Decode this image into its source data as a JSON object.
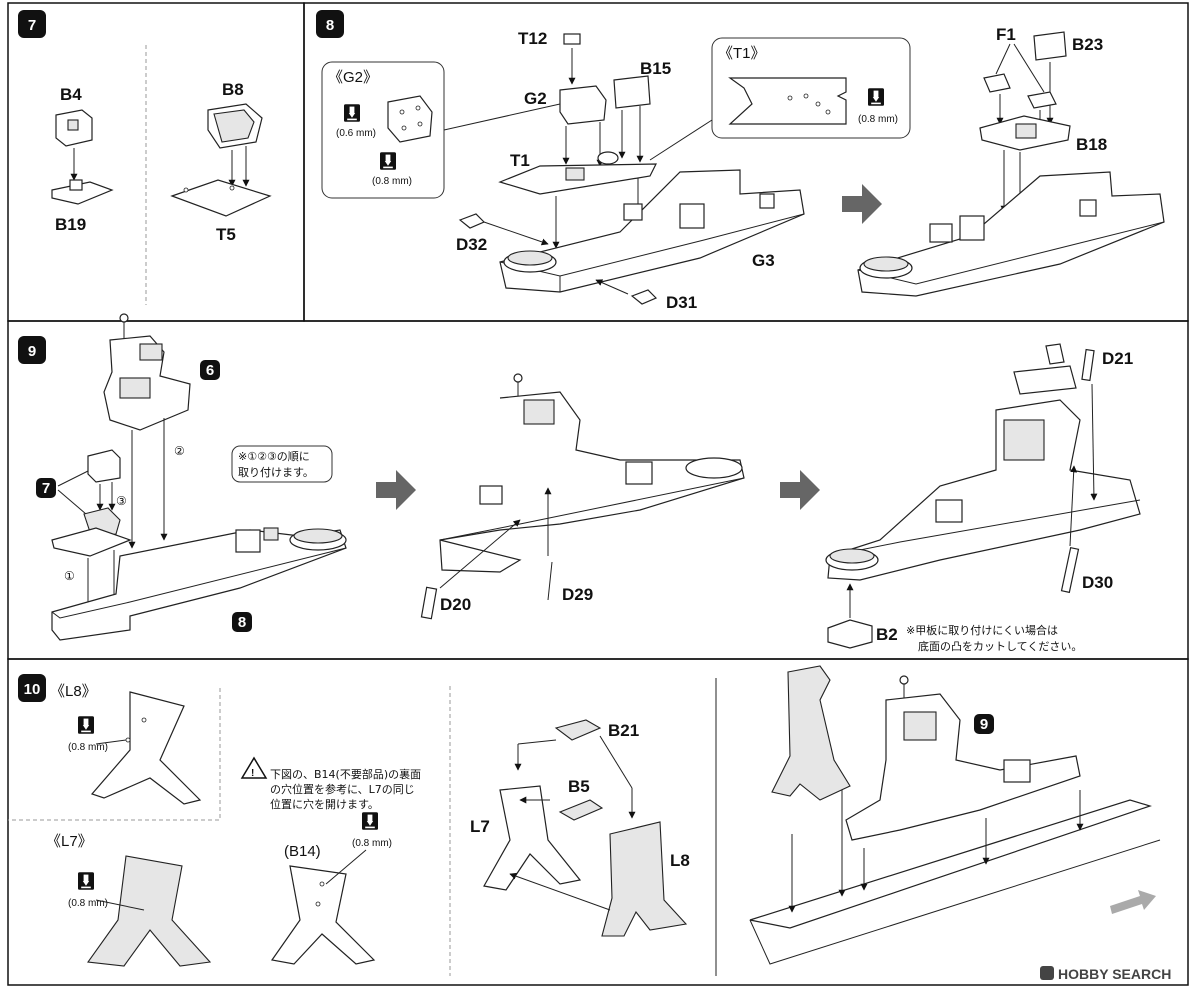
{
  "steps": {
    "s7": {
      "number": "7",
      "parts": [
        "B4",
        "B19",
        "B8",
        "T5"
      ]
    },
    "s8": {
      "number": "8",
      "detail_g2": "《G2》",
      "detail_t1": "《T1》",
      "drill_06": "(0.6 mm)",
      "drill_08": "(0.8 mm)",
      "parts": [
        "T12",
        "B15",
        "G2",
        "T1",
        "D32",
        "G3",
        "D31",
        "F1",
        "B23",
        "B18"
      ]
    },
    "s9": {
      "number": "9",
      "sub_6": "6",
      "sub_7": "7",
      "sub_8": "8",
      "order_1": "①",
      "order_2": "②",
      "order_3": "③",
      "note_line1": "※①②③の順に",
      "note_line2": "取り付けます。",
      "parts": [
        "D20",
        "D29",
        "D21",
        "D30",
        "B2"
      ],
      "b2_note_line1": "※甲板に取り付けにくい場合は",
      "b2_note_line2": "底面の凸をカットしてください。"
    },
    "s10": {
      "number": "10",
      "detail_l8": "《L8》",
      "detail_l7": "《L7》",
      "b14_label": "(B14)",
      "drill_08": "(0.8 mm)",
      "warn_line1": "下図の、B14(不要部品)の裏面",
      "warn_line2": "の穴位置を参考に、L7の同じ",
      "warn_line3": "位置に穴を開けます。",
      "parts": [
        "B21",
        "B5",
        "L7",
        "L8"
      ],
      "sub_9": "9"
    }
  },
  "watermark": "HOBBY SEARCH"
}
